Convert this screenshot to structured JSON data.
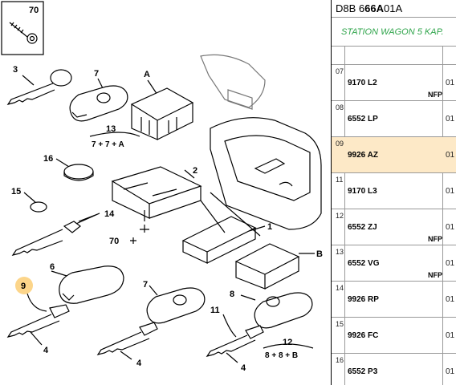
{
  "diagram": {
    "callouts": {
      "c70_box": "70",
      "c3": "3",
      "c7_top": "7",
      "cA": "A",
      "c13": "13",
      "c13_formula": "7 + 7 + A",
      "c16": "16",
      "c2": "2",
      "c15": "15",
      "c14": "14",
      "c70": "70",
      "c1": "1",
      "cB": "B",
      "c6": "6",
      "c9": "9",
      "c7_bottom": "7",
      "c8": "8",
      "c11": "11",
      "c12": "12",
      "c12_formula": "8 + 8 + B",
      "c4_left": "4",
      "c4_mid": "4",
      "c4_right": "4"
    }
  },
  "panel": {
    "code_prefix": "D8B 6 ",
    "code_bold": "66A",
    "code_suffix": " 01A",
    "subtitle": "STATION WAGON 5 KAP.",
    "accent_selected": "#fde9c7",
    "subtitle_color": "#2ea44a",
    "rows": [
      {
        "index": "07",
        "ref": "9170 L2",
        "qty": "01",
        "note": "NFP",
        "selected": false
      },
      {
        "index": "08",
        "ref": "6552 LP",
        "qty": "01",
        "note": "",
        "selected": false
      },
      {
        "index": "09",
        "ref": "9926 AZ",
        "qty": "01",
        "note": "",
        "selected": true
      },
      {
        "index": "11",
        "ref": "9170 L3",
        "qty": "01",
        "note": "",
        "selected": false
      },
      {
        "index": "12",
        "ref": "6552 ZJ",
        "qty": "01",
        "note": "NFP",
        "selected": false
      },
      {
        "index": "13",
        "ref": "6552 VG",
        "qty": "01",
        "note": "NFP",
        "selected": false
      },
      {
        "index": "14",
        "ref": "9926 RP",
        "qty": "01",
        "note": "",
        "selected": false
      },
      {
        "index": "15",
        "ref": "9926 FC",
        "qty": "01",
        "note": "",
        "selected": false
      },
      {
        "index": "16",
        "ref": "6552 P3",
        "qty": "01",
        "note": "",
        "selected": false
      }
    ]
  }
}
